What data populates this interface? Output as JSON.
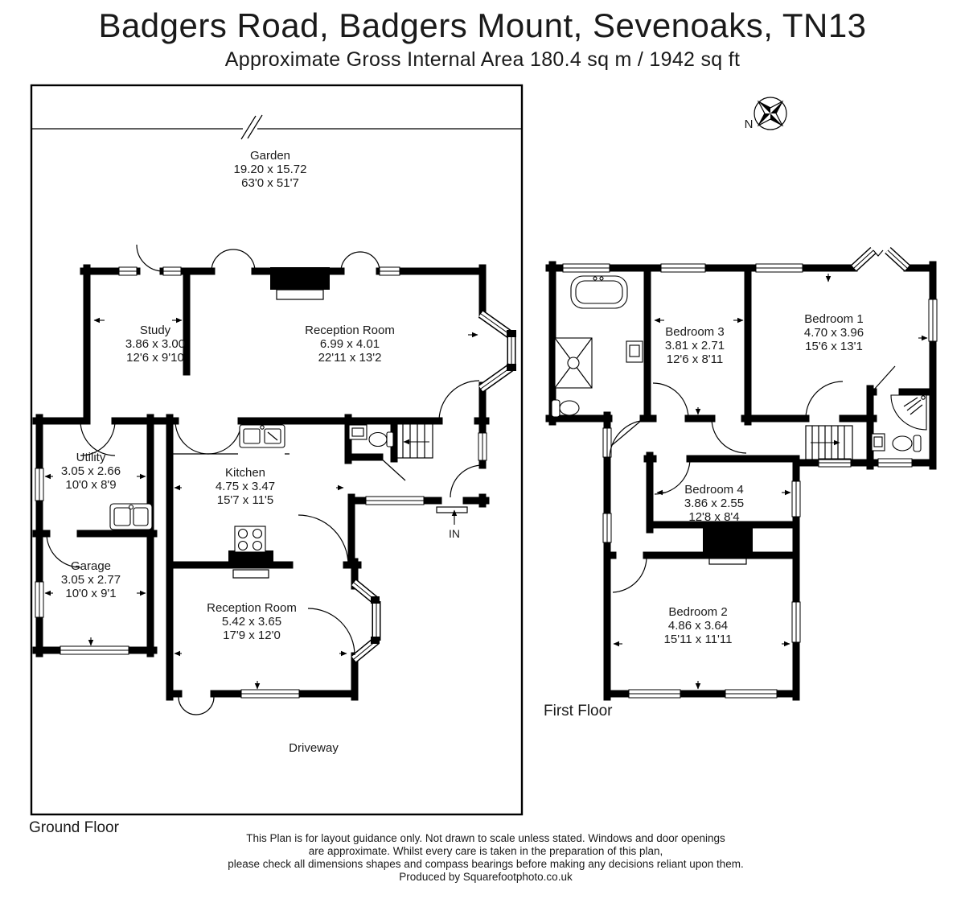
{
  "header": {
    "title": "Badgers Road, Badgers Mount, Sevenoaks, TN13",
    "subtitle": "Approximate Gross Internal Area  180.4 sq m / 1942 sq ft"
  },
  "compass": {
    "north_label": "N"
  },
  "ground_floor": {
    "floor_label": "Ground Floor",
    "entrance_label": "IN",
    "rooms": {
      "garden": {
        "name": "Garden",
        "metric": "19.20 x 15.72",
        "imperial": "63'0 x 51'7"
      },
      "study": {
        "name": "Study",
        "metric": "3.86 x 3.00",
        "imperial": "12'6 x 9'10"
      },
      "reception_room_1": {
        "name": "Reception Room",
        "metric": "6.99 x 4.01",
        "imperial": "22'11 x 13'2"
      },
      "utility": {
        "name": "Utility",
        "metric": "3.05 x 2.66",
        "imperial": "10'0 x 8'9"
      },
      "kitchen": {
        "name": "Kitchen",
        "metric": "4.75 x 3.47",
        "imperial": "15'7 x 11'5"
      },
      "garage": {
        "name": "Garage",
        "metric": "3.05 x 2.77",
        "imperial": "10'0 x 9'1"
      },
      "reception_room_2": {
        "name": "Reception Room",
        "metric": "5.42 x 3.65",
        "imperial": "17'9 x 12'0"
      },
      "driveway": {
        "name": "Driveway"
      }
    }
  },
  "first_floor": {
    "floor_label": "First Floor",
    "rooms": {
      "bedroom_1": {
        "name": "Bedroom 1",
        "metric": "4.70 x 3.96",
        "imperial": "15'6 x 13'1"
      },
      "bedroom_2": {
        "name": "Bedroom 2",
        "metric": "4.86 x 3.64",
        "imperial": "15'11 x 11'11"
      },
      "bedroom_3": {
        "name": "Bedroom 3",
        "metric": "3.81 x 2.71",
        "imperial": "12'6 x 8'11"
      },
      "bedroom_4": {
        "name": "Bedroom 4",
        "metric": "3.86 x 2.55",
        "imperial": "12'8 x 8'4"
      }
    }
  },
  "footer": {
    "line1": "This Plan is for layout guidance only. Not drawn to scale unless stated. Windows and door openings",
    "line2": "are approximate. Whilst every care is taken in the preparation of this plan,",
    "line3": "please check all dimensions shapes and compass bearings before making any decisions reliant upon them.",
    "line4": "Produced by Squarefootphoto.co.uk"
  }
}
